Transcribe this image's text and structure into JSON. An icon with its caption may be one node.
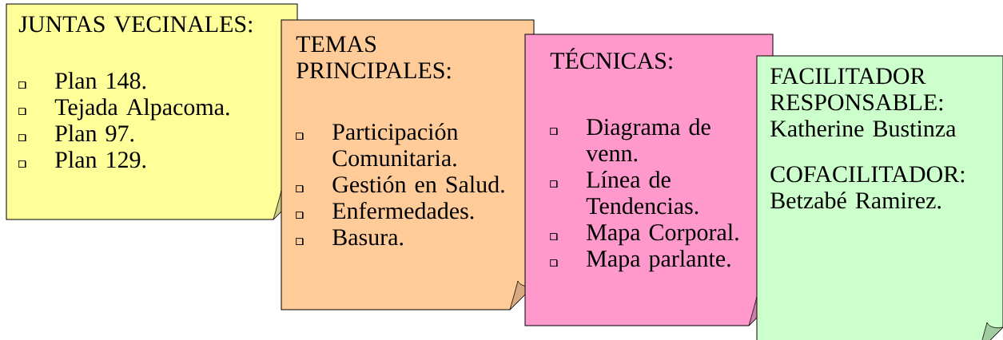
{
  "diagram": {
    "nodes": [
      {
        "text": [
          "JUNTAS VECINALES:",
          "Plan 148.",
          "Tejada Alpacoma.",
          "Plan 97.",
          "Plan 129."
        ]
      },
      {
        "text": [
          "TEMAS PRINCIPALES:",
          "Participación Comunitaria.",
          "Gestión en Salud.",
          "Enfermedades.",
          "Basura."
        ]
      },
      {
        "text": [
          "TÉCNICAS:",
          "Diagrama de venn.",
          "Línea de Tendencias.",
          "Mapa Corporal.",
          "Mapa parlante."
        ]
      },
      {
        "text": [
          "FACILITADOR RESPONSABLE:",
          "Katherine Bustinza",
          "COFACILITADOR:",
          "Betzabé Ramirez."
        ]
      }
    ],
    "edges": []
  }
}
